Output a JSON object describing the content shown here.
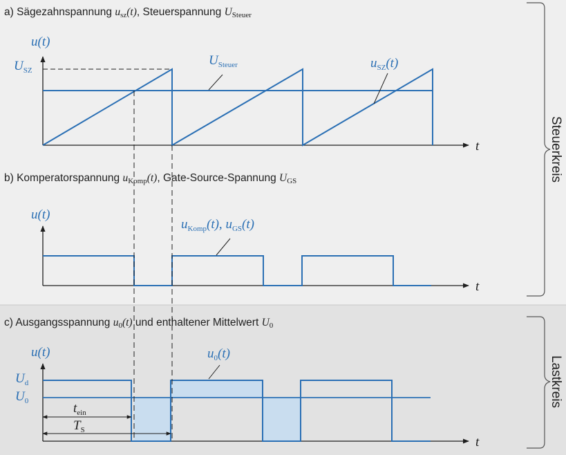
{
  "colors": {
    "signal": "#2a6fb4",
    "area_fill": "#c9ddef",
    "axis": "#1f1f1f",
    "panel_top": "#efefef",
    "panel_bottom": "#e2e2e2"
  },
  "panel_a": {
    "caption_pre": "a) Sägezahnspannung ",
    "caption_sym1": "u",
    "caption_sym1_sub": "sz",
    "caption_sym1_arg": "(t)",
    "caption_mid": ", Steuerspannung ",
    "caption_sym2": "U",
    "caption_sym2_sub": "Steuer",
    "ylabel": "u(t)",
    "xlabel": "t",
    "level_sym": "U",
    "level_sub": "SZ",
    "steuer_sym": "U",
    "steuer_sub": "Steuer",
    "saw_sym": "u",
    "saw_sub": "SZ",
    "saw_arg": "(t)"
  },
  "panel_b": {
    "caption_pre": "b) Komperatorspannung ",
    "caption_sym1": "u",
    "caption_sym1_sub": "Komp",
    "caption_sym1_arg": "(t)",
    "caption_mid": ", Gate-Source-Spannung ",
    "caption_sym2": "U",
    "caption_sym2_sub": "GS",
    "ylabel": "u(t)",
    "xlabel": "t",
    "sig_sym1": "u",
    "sig_sub1": "Komp",
    "sig_mid": "(t), ",
    "sig_sym2": "u",
    "sig_sub2": "GS",
    "sig_end": "(t)"
  },
  "panel_c": {
    "caption_pre": "c) Ausgangsspannung ",
    "caption_sym1": "u",
    "caption_sym1_sub": "0",
    "caption_sym1_arg": "(t)",
    "caption_mid": " und enthaltener Mittelwert ",
    "caption_sym2": "U",
    "caption_sym2_sub": "0",
    "ylabel": "u(t)",
    "xlabel": "t",
    "ud_sym": "U",
    "ud_sub": "d",
    "u0_sym": "U",
    "u0_sub": "0",
    "sig_sym": "u",
    "sig_sub": "0",
    "sig_arg": "(t)",
    "tein_sym": "t",
    "tein_sub": "ein",
    "ts_sym": "T",
    "ts_sub": "S"
  },
  "side_labels": {
    "upper": "Steuerkreis",
    "lower": "Lastkreis"
  }
}
